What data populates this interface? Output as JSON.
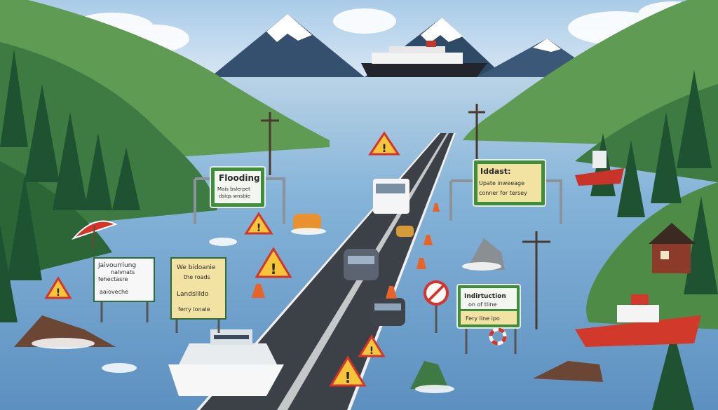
{
  "scene": {
    "description_colors": {
      "sky": "#cfe3f2",
      "water": "#7fb0d6",
      "water_dark": "#5e93c2",
      "hill": "#4f8d4a",
      "hill_dark": "#2f6a3a",
      "road": "#3c4148",
      "sign_green": "#3f8f3a",
      "sign_yellow": "#f3e3a2",
      "warning_red": "#d5342a",
      "warning_yellow": "#f6c53a"
    }
  },
  "signs": {
    "left_gantry": {
      "title": "Flooding",
      "line1": "Mais bslerpet",
      "line2": "dsiqs wnsbie"
    },
    "right_gantry": {
      "title": "Iddast:",
      "line1": "Upate inweeage",
      "line2": "conner for tersey"
    },
    "left_board": {
      "line1": "Jaivourriung",
      "line2": "nalvnats",
      "line3": "fehectasre",
      "line4": "aaioveche"
    },
    "yellow_board": {
      "line1": "We bidoanie",
      "line2": "the roads",
      "line3": "Landslildo",
      "line4": "ferry lonale"
    },
    "right_board": {
      "line1": "Indirtuction",
      "line2": "on of tline",
      "line3": "Fery line ipo"
    }
  }
}
